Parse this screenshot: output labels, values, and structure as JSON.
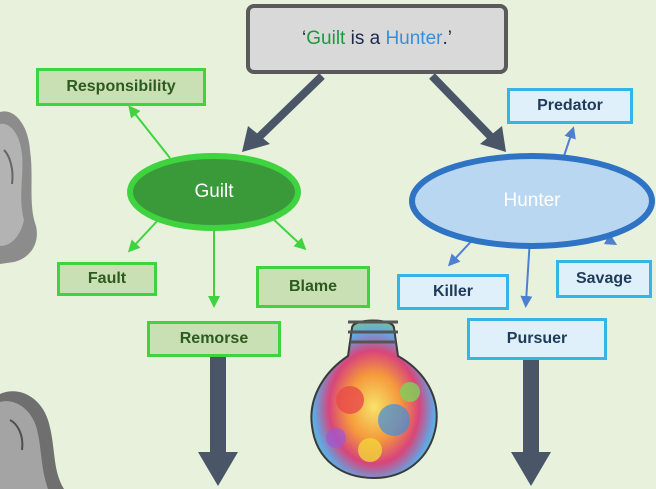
{
  "title": {
    "open_quote": "‘",
    "word_guilt": "Guilt",
    "mid": " is a ",
    "word_hunter": "Hunter",
    "close": ".’"
  },
  "guilt": {
    "label": "Guilt",
    "branches": [
      "Responsibility",
      "Fault",
      "Remorse",
      "Blame"
    ]
  },
  "hunter": {
    "label": "Hunter",
    "branches": [
      "Predator",
      "Killer",
      "Pursuer",
      "Savage"
    ]
  },
  "colors": {
    "background": "#e8f1dc",
    "guilt_green": "#3fd43f",
    "guilt_fill": "#3a9a3a",
    "hunter_blue": "#2f73c4",
    "hunter_fill": "#b9d7f0",
    "arrow_dark": "#4a5568"
  },
  "images": [
    "statue-head",
    "statue-bust",
    "colorful-lightbulb"
  ]
}
